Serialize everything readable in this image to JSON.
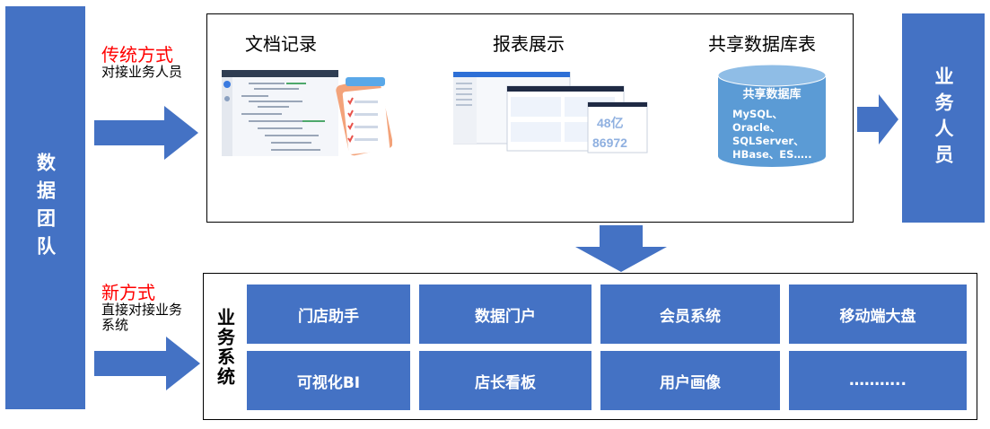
{
  "data_team": {
    "label": "数据团队"
  },
  "business_staff": {
    "label": "业务人员"
  },
  "traditional": {
    "title": "传统方式",
    "desc": "对接业务人员",
    "items": [
      {
        "label": "文档记录"
      },
      {
        "label": "报表展示"
      },
      {
        "label": "共享数据库表"
      }
    ],
    "database": {
      "title": "共享数据库",
      "engines": [
        "MySQL、",
        "Oracle、",
        "SQLServer、",
        "HBase、ES….."
      ]
    }
  },
  "new_way": {
    "title": "新方式",
    "desc": "直接对接业务系统"
  },
  "business_systems": {
    "label": "业务系统",
    "tiles": [
      "门店助手",
      "数据门户",
      "会员系统",
      "移动端大盘",
      "可视化BI",
      "店长看板",
      "用户画像",
      "……….."
    ]
  },
  "report_thumb": {
    "big_number_1": "48亿",
    "big_number_2": "86972"
  },
  "colors": {
    "brand_blue": "#4472c4",
    "accent_red": "#ff0000",
    "db_blue": "#5b9bd5"
  }
}
